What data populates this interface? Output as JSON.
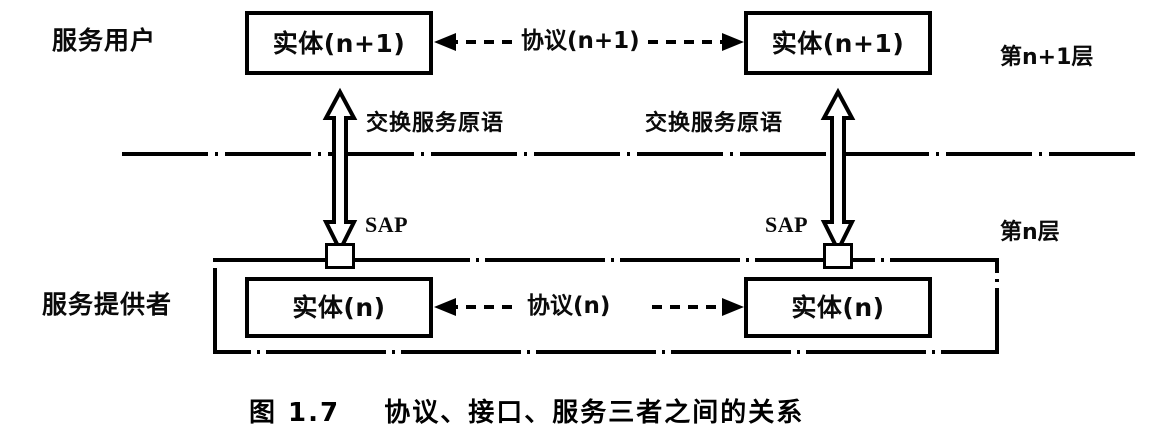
{
  "figure": {
    "caption_number": "图 1.7",
    "caption_text": "协议、接口、服务三者之间的关系",
    "type": "layered-protocol-diagram"
  },
  "labels": {
    "service_user": "服务用户",
    "service_provider": "服务提供者",
    "layer_np1": "第n+1层",
    "layer_n": "第n层"
  },
  "boxes": {
    "entity_np1_left": "实体(n+1)",
    "entity_np1_right": "实体(n+1)",
    "entity_n_left": "实体(n)",
    "entity_n_right": "实体(n)"
  },
  "connectors": {
    "protocol_np1": "协议(n+1)",
    "protocol_n": "协议(n)",
    "primitives_left": "交换服务原语",
    "primitives_right": "交换服务原语",
    "sap_left": "SAP",
    "sap_right": "SAP"
  },
  "colors": {
    "ink": "#000000",
    "paper": "#ffffff"
  }
}
